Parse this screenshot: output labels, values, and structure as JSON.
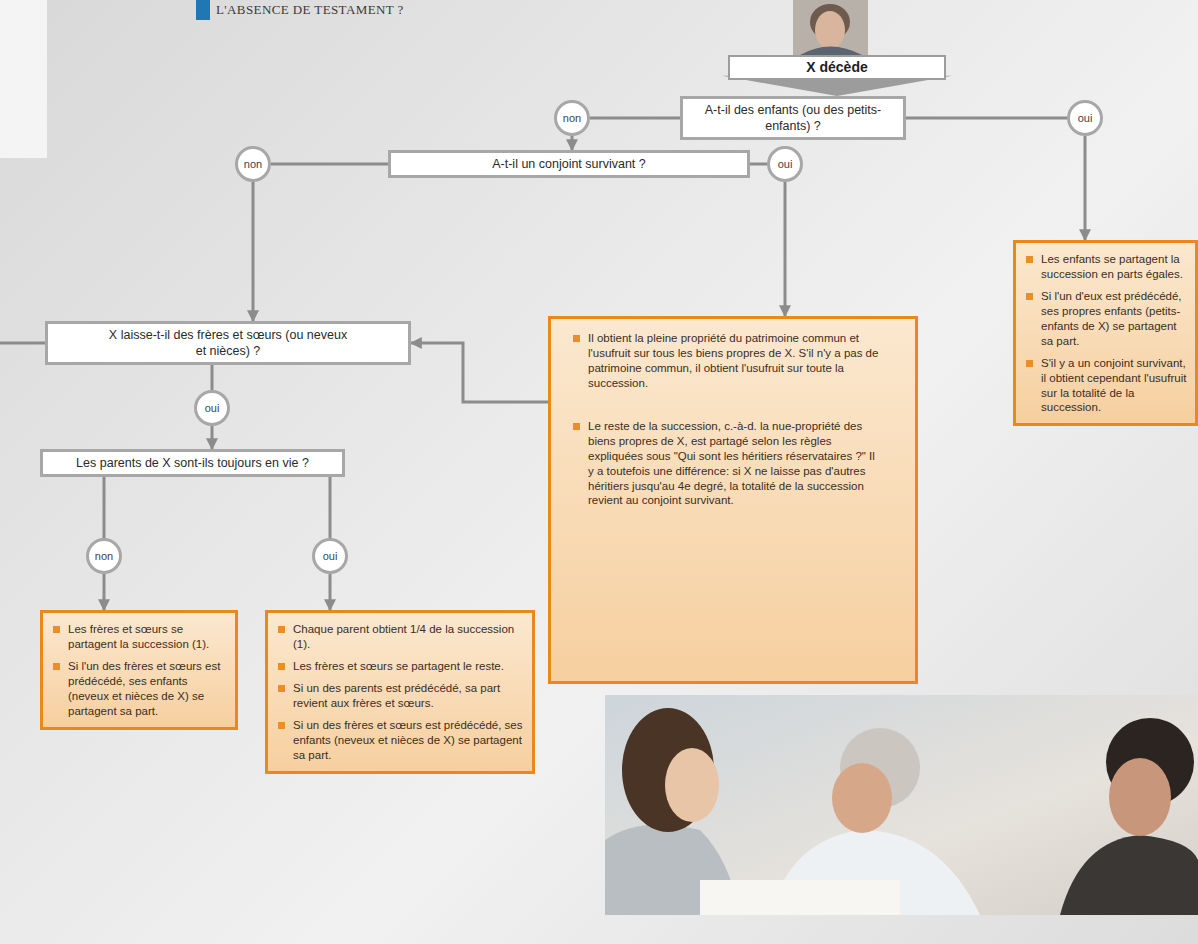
{
  "diagram": {
    "title": "L'ABSENCE DE TESTAMENT ?",
    "nodes": [
      {
        "text": [
          "X décède"
        ]
      },
      {
        "text": [
          "A-t-il des enfants (ou des petits-enfants) ?"
        ]
      },
      {
        "text": [
          "non"
        ]
      },
      {
        "text": [
          "oui"
        ]
      },
      {
        "text": [
          "A-t-il un conjoint survivant ?"
        ]
      },
      {
        "text": [
          "non"
        ]
      },
      {
        "text": [
          "oui"
        ]
      },
      {
        "text": [
          "Les enfants se partagent la succession en parts égales.",
          "Si l'un d'eux est prédécédé, ses propres enfants (petits-enfants de X) se partagent sa part.",
          "S'il y a un conjoint survivant, il obtient cependant l'usufruit sur la totalité de la succession."
        ]
      },
      {
        "text": [
          "X laisse-t-il des frères et sœurs (ou neveux et nièces) ?"
        ]
      },
      {
        "text": [
          "oui"
        ]
      },
      {
        "text": [
          "Il obtient la pleine propriété du patrimoine commun et l'usufruit sur tous les biens propres de X. S'il n'y a pas de patrimoine commun, il obtient l'usufruit sur toute la succession.",
          "Le reste de la succession, c.-à-d. la nue-propriété des biens propres de X, est partagé selon les règles expliquées sous \"Qui sont les héritiers réservataires ?\" Il y a toutefois une différence: si X ne laisse pas d'autres héritiers jusqu'au 4e degré, la totalité de la succession revient au conjoint survivant."
        ]
      },
      {
        "text": [
          "Les parents de X sont-ils toujours en vie ?"
        ]
      },
      {
        "text": [
          "non"
        ]
      },
      {
        "text": [
          "oui"
        ]
      },
      {
        "text": [
          "Les frères et sœurs se partagent la succession (1).",
          "Si l'un des frères et sœurs est prédécédé, ses enfants (neveux et nièces de X) se partagent sa part."
        ]
      },
      {
        "text": [
          "Chaque parent obtient 1/4 de la succession (1).",
          "Les frères et sœurs se partagent le reste.",
          "Si un des parents est prédécédé, sa part revient aux frères et sœurs.",
          "Si un des frères et sœurs est prédécédé, ses enfants (neveux et nièces de X) se partagent sa part."
        ]
      }
    ],
    "edges": [
      {
        "from": 0,
        "to": 1,
        "arrow": "to"
      },
      {
        "from": 1,
        "to": 2,
        "arrow": "none"
      },
      {
        "from": 2,
        "to": 4,
        "arrow": "to"
      },
      {
        "from": 1,
        "to": 3,
        "arrow": "none"
      },
      {
        "from": 3,
        "to": 7,
        "arrow": "to"
      },
      {
        "from": 4,
        "to": 5,
        "arrow": "none"
      },
      {
        "from": 5,
        "to": 8,
        "arrow": "to"
      },
      {
        "from": 4,
        "to": 6,
        "arrow": "none"
      },
      {
        "from": 6,
        "to": 10,
        "arrow": "to"
      },
      {
        "from": 10,
        "to": 8,
        "arrow": "to"
      },
      {
        "from": 8,
        "to": 9,
        "arrow": "none"
      },
      {
        "from": 9,
        "to": 11,
        "arrow": "to"
      },
      {
        "from": 11,
        "to": 12,
        "arrow": "none"
      },
      {
        "from": 12,
        "to": 14,
        "arrow": "to"
      },
      {
        "from": 11,
        "to": 13,
        "arrow": "none"
      },
      {
        "from": 13,
        "to": 15,
        "arrow": "to"
      }
    ]
  }
}
